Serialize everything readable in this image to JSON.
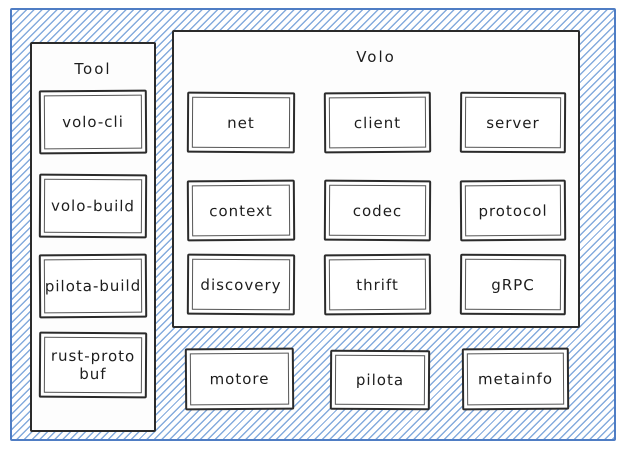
{
  "diagram": {
    "tool_panel": {
      "title": "Tool",
      "items": [
        {
          "label": "volo-cli"
        },
        {
          "label": "volo-build"
        },
        {
          "label": "pilota-build"
        },
        {
          "label": "rust-protobuf"
        }
      ]
    },
    "volo_panel": {
      "title": "Volo",
      "items": [
        {
          "label": "net"
        },
        {
          "label": "client"
        },
        {
          "label": "server"
        },
        {
          "label": "context"
        },
        {
          "label": "codec"
        },
        {
          "label": "protocol"
        },
        {
          "label": "discovery"
        },
        {
          "label": "thrift"
        },
        {
          "label": "gRPC"
        }
      ]
    },
    "bottom_row": {
      "items": [
        {
          "label": "motore"
        },
        {
          "label": "pilota"
        },
        {
          "label": "metainfo"
        }
      ]
    },
    "colors": {
      "hatch_line": "#84abdd",
      "outer_border": "#4f7dc4",
      "shape_border": "#2b2b2b",
      "background": "#ffffff"
    }
  }
}
